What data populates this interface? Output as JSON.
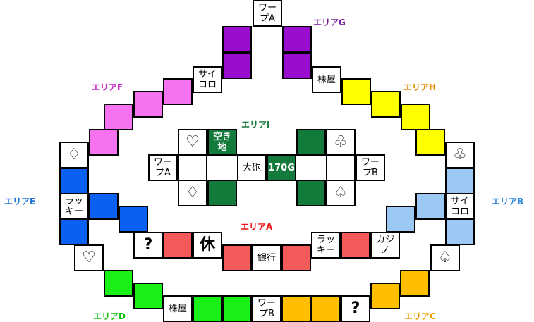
{
  "colors": {
    "red": "#f45a5a",
    "blue": "#0a60f0",
    "lightblue": "#9cc8f4",
    "magenta": "#f672f0",
    "purple": "#9a0cce",
    "yellow": "#ffff00",
    "orange": "#ffbe00",
    "green": "#18f018",
    "darkgreen": "#127a3a",
    "white": "#ffffff"
  },
  "area_labels": [
    {
      "id": "A",
      "text": "エリアA",
      "color": "#ee1111"
    },
    {
      "id": "B",
      "text": "エリアB",
      "color": "#2a86e0"
    },
    {
      "id": "C",
      "text": "エリアC",
      "color": "#f09a00"
    },
    {
      "id": "D",
      "text": "エリアD",
      "color": "#10c010"
    },
    {
      "id": "E",
      "text": "エリアE",
      "color": "#1a70d8"
    },
    {
      "id": "F",
      "text": "エリアF",
      "color": "#c41cc4"
    },
    {
      "id": "G",
      "text": "エリアG",
      "color": "#7a1a9a"
    },
    {
      "id": "H",
      "text": "エリアH",
      "color": "#e88a00"
    },
    {
      "id": "I",
      "text": "エリアI",
      "color": "#127a3a"
    }
  ],
  "cells": [
    {
      "id": "top-warp-a",
      "label": "ワー\nプA",
      "color": "white"
    },
    {
      "id": "g1",
      "label": "",
      "color": "purple"
    },
    {
      "id": "g2",
      "label": "",
      "color": "purple"
    },
    {
      "id": "g3",
      "label": "",
      "color": "purple"
    },
    {
      "id": "g4",
      "label": "",
      "color": "purple"
    },
    {
      "id": "stock-top",
      "label": "株屋",
      "color": "white"
    },
    {
      "id": "dice-f",
      "label": "サイ\nコロ",
      "color": "white"
    },
    {
      "id": "f1",
      "label": "",
      "color": "magenta"
    },
    {
      "id": "f2",
      "label": "",
      "color": "magenta"
    },
    {
      "id": "f3",
      "label": "",
      "color": "magenta"
    },
    {
      "id": "f4",
      "label": "",
      "color": "magenta"
    },
    {
      "id": "h1",
      "label": "",
      "color": "yellow"
    },
    {
      "id": "h2",
      "label": "",
      "color": "yellow"
    },
    {
      "id": "h3",
      "label": "",
      "color": "yellow"
    },
    {
      "id": "h4",
      "label": "",
      "color": "yellow"
    },
    {
      "id": "club-right",
      "label": "♧",
      "color": "white",
      "big": true
    },
    {
      "id": "diamond-left",
      "label": "♢",
      "color": "white",
      "big": true
    },
    {
      "id": "e1",
      "label": "",
      "color": "blue"
    },
    {
      "id": "lucky-e",
      "label": "ラッ\nキー",
      "color": "white"
    },
    {
      "id": "e2",
      "label": "",
      "color": "blue"
    },
    {
      "id": "e3",
      "label": "",
      "color": "blue"
    },
    {
      "id": "e4",
      "label": "",
      "color": "blue"
    },
    {
      "id": "heart-left",
      "label": "♡",
      "color": "white",
      "big": true
    },
    {
      "id": "b1",
      "label": "",
      "color": "lightblue"
    },
    {
      "id": "b2",
      "label": "",
      "color": "lightblue"
    },
    {
      "id": "b3",
      "label": "",
      "color": "lightblue"
    },
    {
      "id": "dice-b",
      "label": "サイ\nコロ",
      "color": "white"
    },
    {
      "id": "b4",
      "label": "",
      "color": "lightblue"
    },
    {
      "id": "spade-right",
      "label": "♤",
      "color": "white",
      "big": true
    },
    {
      "id": "question-a",
      "label": "?",
      "color": "white",
      "big": true
    },
    {
      "id": "a1",
      "label": "",
      "color": "red"
    },
    {
      "id": "rest",
      "label": "休",
      "color": "white",
      "big": true
    },
    {
      "id": "a2",
      "label": "",
      "color": "red"
    },
    {
      "id": "bank",
      "label": "銀行",
      "color": "white"
    },
    {
      "id": "a3",
      "label": "",
      "color": "red"
    },
    {
      "id": "lucky-a",
      "label": "ラッ\nキー",
      "color": "white"
    },
    {
      "id": "a4",
      "label": "",
      "color": "red"
    },
    {
      "id": "casino",
      "label": "カジ\nノ",
      "color": "white"
    },
    {
      "id": "d1",
      "label": "",
      "color": "green"
    },
    {
      "id": "d2",
      "label": "",
      "color": "green"
    },
    {
      "id": "stock-bottom",
      "label": "株屋",
      "color": "white"
    },
    {
      "id": "d3",
      "label": "",
      "color": "green"
    },
    {
      "id": "d4",
      "label": "",
      "color": "green"
    },
    {
      "id": "warp-b-bottom",
      "label": "ワー\nプB",
      "color": "white"
    },
    {
      "id": "c1",
      "label": "",
      "color": "orange"
    },
    {
      "id": "c2",
      "label": "",
      "color": "orange"
    },
    {
      "id": "question-c",
      "label": "?",
      "color": "white",
      "big": true
    },
    {
      "id": "c3",
      "label": "",
      "color": "orange"
    },
    {
      "id": "c4",
      "label": "",
      "color": "orange"
    },
    {
      "id": "heart-center",
      "label": "♡",
      "color": "white",
      "big": true
    },
    {
      "id": "vacant-lot",
      "label": "空き\n地",
      "color": "darkgreen",
      "whiteText": true
    },
    {
      "id": "i1",
      "label": "",
      "color": "darkgreen"
    },
    {
      "id": "club-center",
      "label": "♧",
      "color": "white",
      "big": true
    },
    {
      "id": "warp-a-center",
      "label": "ワー\nプA",
      "color": "white"
    },
    {
      "id": "blank-center-left",
      "label": "",
      "color": "white"
    },
    {
      "id": "cannon",
      "label": "大砲",
      "color": "white"
    },
    {
      "id": "gold-170",
      "label": "170G",
      "color": "darkgreen",
      "whiteText": true
    },
    {
      "id": "blank-center-right",
      "label": "",
      "color": "white"
    },
    {
      "id": "warp-b-center",
      "label": "ワー\nプB",
      "color": "white"
    },
    {
      "id": "diamond-center",
      "label": "♢",
      "color": "white",
      "big": true
    },
    {
      "id": "i2",
      "label": "",
      "color": "darkgreen"
    },
    {
      "id": "i3",
      "label": "",
      "color": "darkgreen"
    },
    {
      "id": "spade-center",
      "label": "♤",
      "color": "white",
      "big": true
    }
  ]
}
